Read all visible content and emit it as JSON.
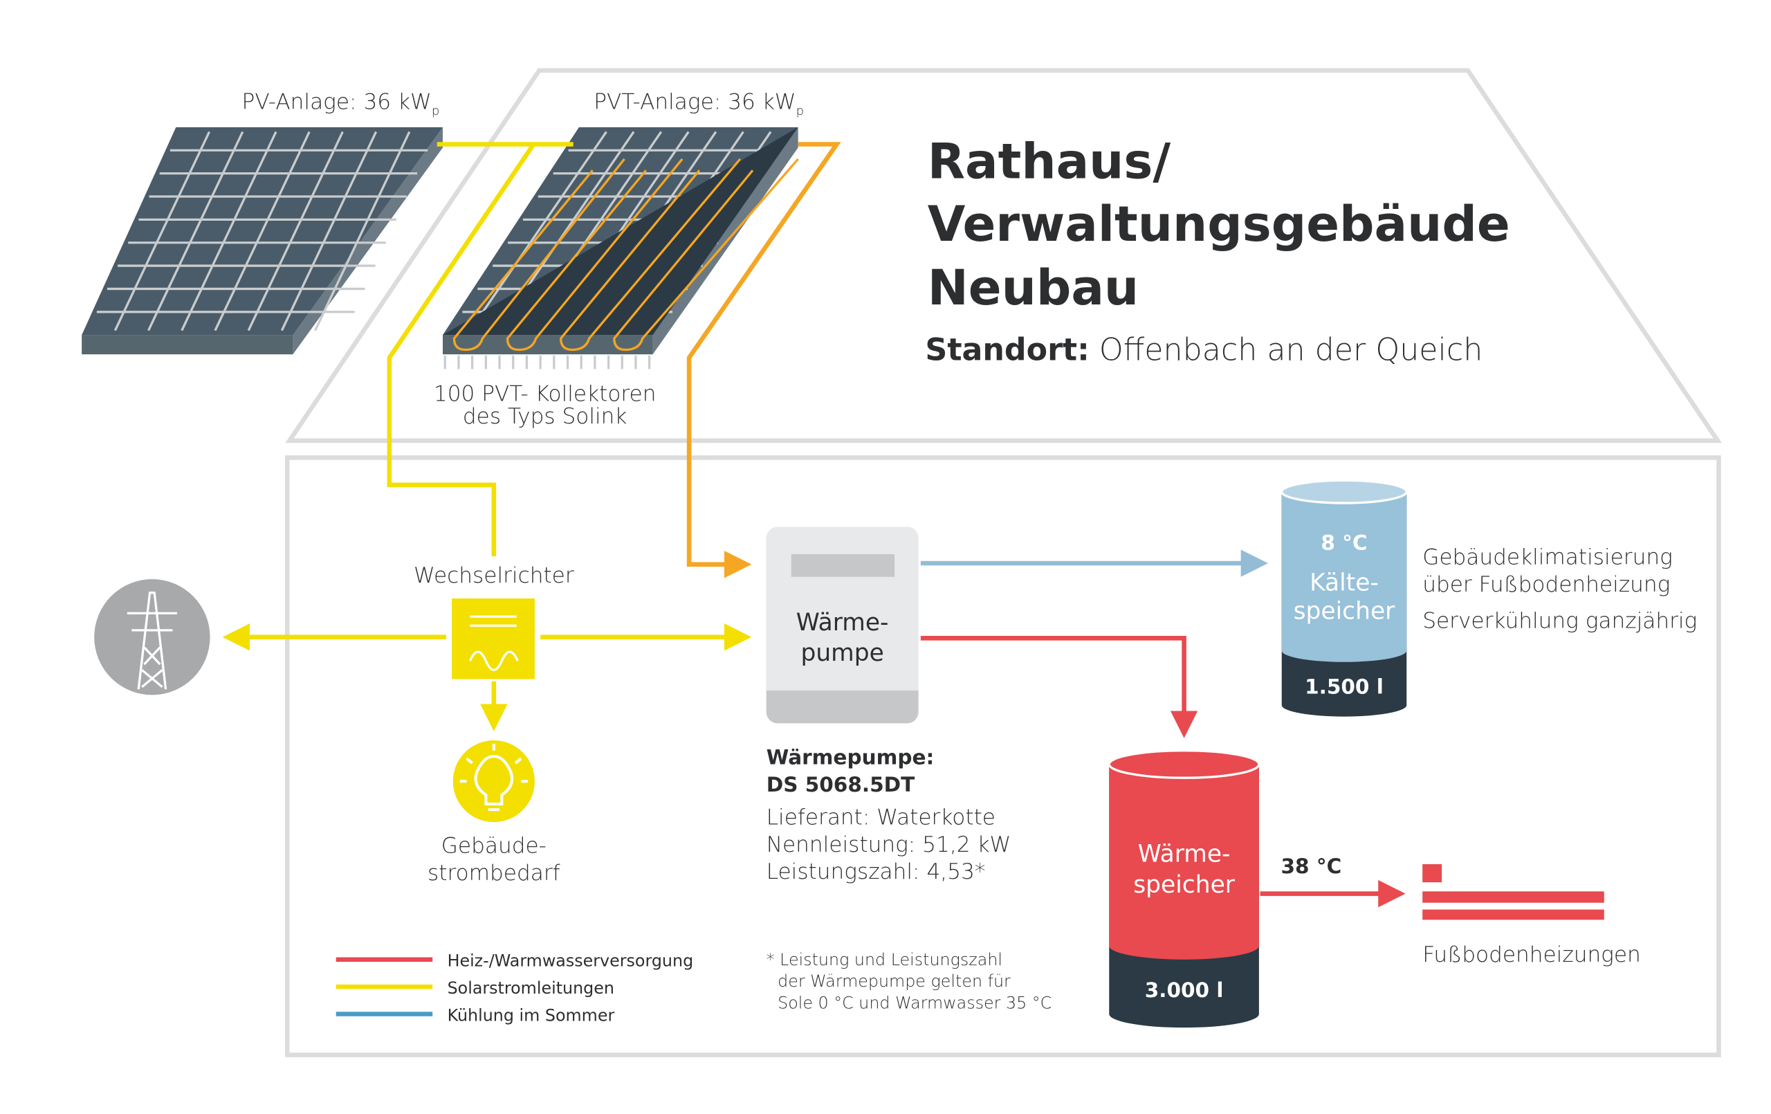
{
  "colors": {
    "heating": "#e84a4f",
    "solar": "#f3df00",
    "cooling": "#4a9cc4",
    "cooling_line": "#94bcd6",
    "pvt_hot": "#f5a623",
    "panel": "#4a5c69",
    "dark": "#2b3a45",
    "frame": "#dcdcdc"
  },
  "pv": {
    "label": "PV-Anlage: 36 kW",
    "sub": "p"
  },
  "pvt": {
    "label": "PVT-Anlage: 36 kW",
    "sub": "p",
    "desc_1": "100 PVT- Kollektoren",
    "desc_2": "des Typs Solink"
  },
  "title": {
    "line1": "Rathaus/",
    "line2": "Verwaltungsgebäude",
    "line3": "Neubau",
    "location_label": "Standort:",
    "location": " Offenbach an der Queich"
  },
  "inverter": {
    "label": "Wechselrichter"
  },
  "consumer": {
    "line1": "Gebäude-",
    "line2": "strombedarf"
  },
  "heat_pump": {
    "line1": "Wärme-",
    "line2": "pumpe",
    "spec_title": "Wärmepumpe:",
    "model": "DS 5068.5DT",
    "supplier": "Lieferant: Waterkotte",
    "power": "Nennleistung: 51,2 kW",
    "cop": "Leistungszahl: 4,53*"
  },
  "cold_storage": {
    "temp": "8 °C",
    "line1": "Kälte-",
    "line2": "speicher",
    "volume": "1.500 l",
    "use1": "Gebäudeklimatisierung",
    "use2": "über Fußbodenheizung",
    "use3": "Serverkühlung ganzjährig"
  },
  "heat_storage": {
    "line1": "Wärme-",
    "line2": "speicher",
    "volume": "3.000 l",
    "temp": "38 °C"
  },
  "floor_heating": {
    "label": "Fußbodenheizungen"
  },
  "legend": [
    {
      "label": "Heiz-/Warmwasserversorgung",
      "color": "#e84a4f"
    },
    {
      "label": "Solarstromleitungen",
      "color": "#f3df00"
    },
    {
      "label": "Kühlung im Sommer",
      "color": "#4a9cc4"
    }
  ],
  "footnote": {
    "line1": "* Leistung und Leistungszahl",
    "line2": "der Wärmepumpe gelten für",
    "line3": "Sole 0 °C und Warmwasser 35 °C"
  }
}
